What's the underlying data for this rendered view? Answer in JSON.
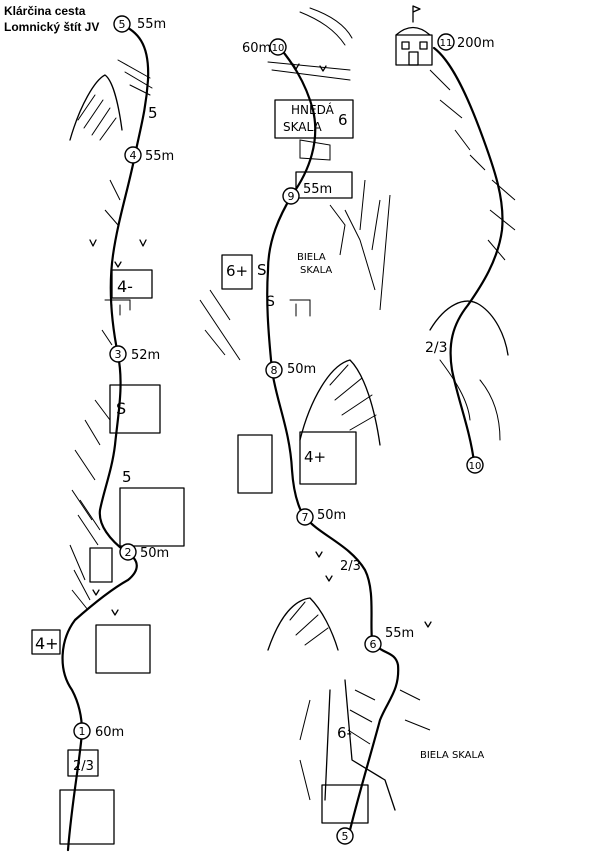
{
  "title": {
    "line1": "Klárčina cesta",
    "line2": "Lomnický štít JV"
  },
  "stations": [
    {
      "id": "s1-5",
      "num": "5",
      "alt": "55m"
    },
    {
      "id": "s1-4",
      "num": "4",
      "alt": "55m"
    },
    {
      "id": "s1-3",
      "num": "3",
      "alt": "52m"
    },
    {
      "id": "s1-2",
      "num": "2",
      "alt": "50m"
    },
    {
      "id": "s1-1",
      "num": "1",
      "alt": "60m"
    },
    {
      "id": "s2-10",
      "num": "10",
      "alt": "60m"
    },
    {
      "id": "s2-9",
      "num": "9",
      "alt": "55m"
    },
    {
      "id": "s2-8",
      "num": "8",
      "alt": "50m"
    },
    {
      "id": "s2-7",
      "num": "7",
      "alt": "50m"
    },
    {
      "id": "s2-6",
      "num": "6",
      "alt": "55m"
    },
    {
      "id": "s2-5",
      "num": "5",
      "alt": ""
    },
    {
      "id": "s3-11",
      "num": "11",
      "alt": "200m"
    },
    {
      "id": "s3-10",
      "num": "10",
      "alt": ""
    }
  ],
  "grades": [
    {
      "id": "g-5-upper",
      "text": "5"
    },
    {
      "id": "g-4minus-1",
      "text": "4-"
    },
    {
      "id": "g-S-1",
      "text": "S"
    },
    {
      "id": "g-5-lower",
      "text": "5"
    },
    {
      "id": "g-4plus-1",
      "text": "4+"
    },
    {
      "id": "g-23-1",
      "text": "2/3"
    },
    {
      "id": "g-6-neda",
      "text": "6"
    },
    {
      "id": "g-6plus",
      "text": "6+"
    },
    {
      "id": "g-S-2",
      "text": "S"
    },
    {
      "id": "g-S-3",
      "text": "S"
    },
    {
      "id": "g-4plus-2",
      "text": "4+"
    },
    {
      "id": "g-23-2",
      "text": "2/3"
    },
    {
      "id": "g-6minus",
      "text": "6-"
    },
    {
      "id": "g-23-3",
      "text": "2/3"
    }
  ],
  "landmarks": {
    "hneda_line1": "HNEDÁ",
    "hneda_line2": "SKALA",
    "biela_line1": "BIELA",
    "biela_line2": "SKALA",
    "biela_bottom": "BIELA SKALA"
  }
}
